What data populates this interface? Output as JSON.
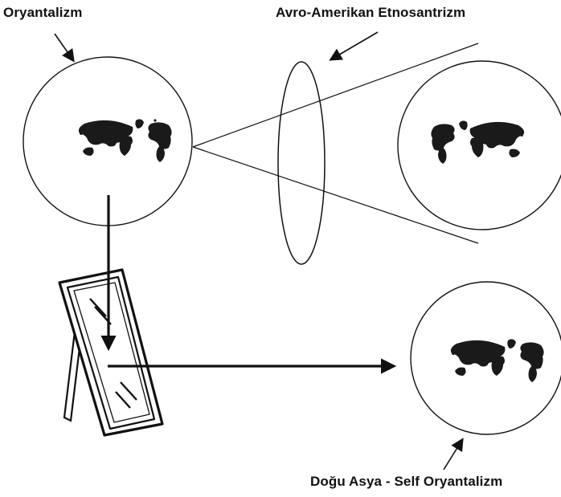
{
  "labels": {
    "orientalism": "Oryantalizm",
    "euro_american": "Avro-Amerikan Etnosantrizm",
    "self_orientalism": "Doğu Asya - Self Oryantalizm"
  },
  "colors": {
    "ink": "#111111",
    "background": "#ffffff"
  },
  "icons": {
    "world_map": "world-map-icon",
    "mirror": "mirror-icon",
    "lens": "lens-icon"
  }
}
